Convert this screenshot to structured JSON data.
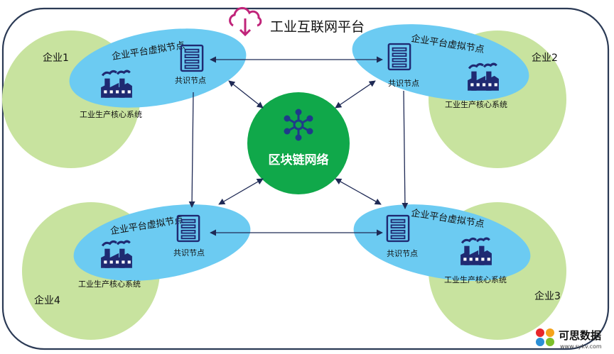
{
  "platform": {
    "title": "工业互联网平台",
    "icon": "cloud-download-icon",
    "border_color": "#2b3a55",
    "icon_color": "#c0247a"
  },
  "blockchain": {
    "label": "区块链网络",
    "icon": "network-hub-icon",
    "fill": "#10a84a",
    "icon_color": "#1f3a8a"
  },
  "colors": {
    "enterprise_fill": "#c8e39f",
    "virtual_node_fill": "#6ccbf2",
    "overlap_fill": "#4fbfc6",
    "icon_navy": "#1f2a72",
    "arrow": "#1f2a55"
  },
  "enterprises": [
    {
      "name": "企业1",
      "virtual_node": "企业平台虚拟节点",
      "consensus": "共识节点",
      "system": "工业生产核心系统"
    },
    {
      "name": "企业2",
      "virtual_node": "企业平台虚拟节点",
      "consensus": "共识节点",
      "system": "工业生产核心系统"
    },
    {
      "name": "企业3",
      "virtual_node": "企业平台虚拟节点",
      "consensus": "共识节点",
      "system": "工业生产核心系统"
    },
    {
      "name": "企业4",
      "virtual_node": "企业平台虚拟节点",
      "consensus": "共识节点",
      "system": "工业生产核心系统"
    }
  ],
  "watermark": {
    "text": "可思数据",
    "url": "www.sykv.com"
  }
}
